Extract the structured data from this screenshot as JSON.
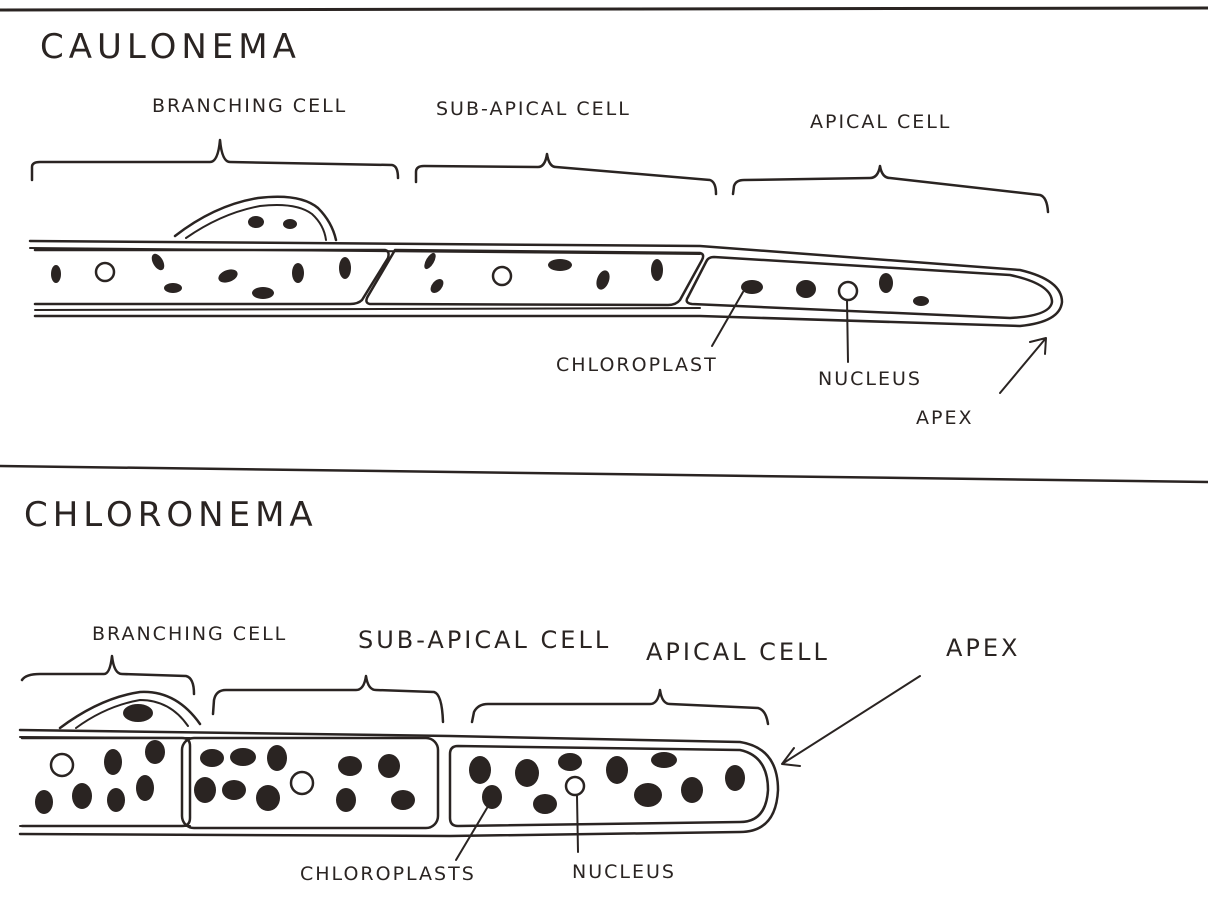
{
  "caulonema": {
    "title": "CAULONEMA",
    "labels": {
      "branching_cell": "BRANCHING CELL",
      "sub_apical_cell": "SUB-APICAL CELL",
      "apical_cell": "APICAL CELL",
      "chloroplast": "CHLOROPLAST",
      "nucleus": "NUCLEUS",
      "apex": "APEX"
    }
  },
  "chloronema": {
    "title": "CHLORONEMA",
    "labels": {
      "branching_cell": "BRANCHING CELL",
      "sub_apical_cell": "SUB-APICAL CELL",
      "apical_cell": "APICAL CELL",
      "chloroplasts": "CHLOROPLASTS",
      "nucleus": "NUCLEUS",
      "apex": "APEX"
    }
  },
  "colors": {
    "ink": "#2a2422",
    "paper": "#ffffff"
  }
}
